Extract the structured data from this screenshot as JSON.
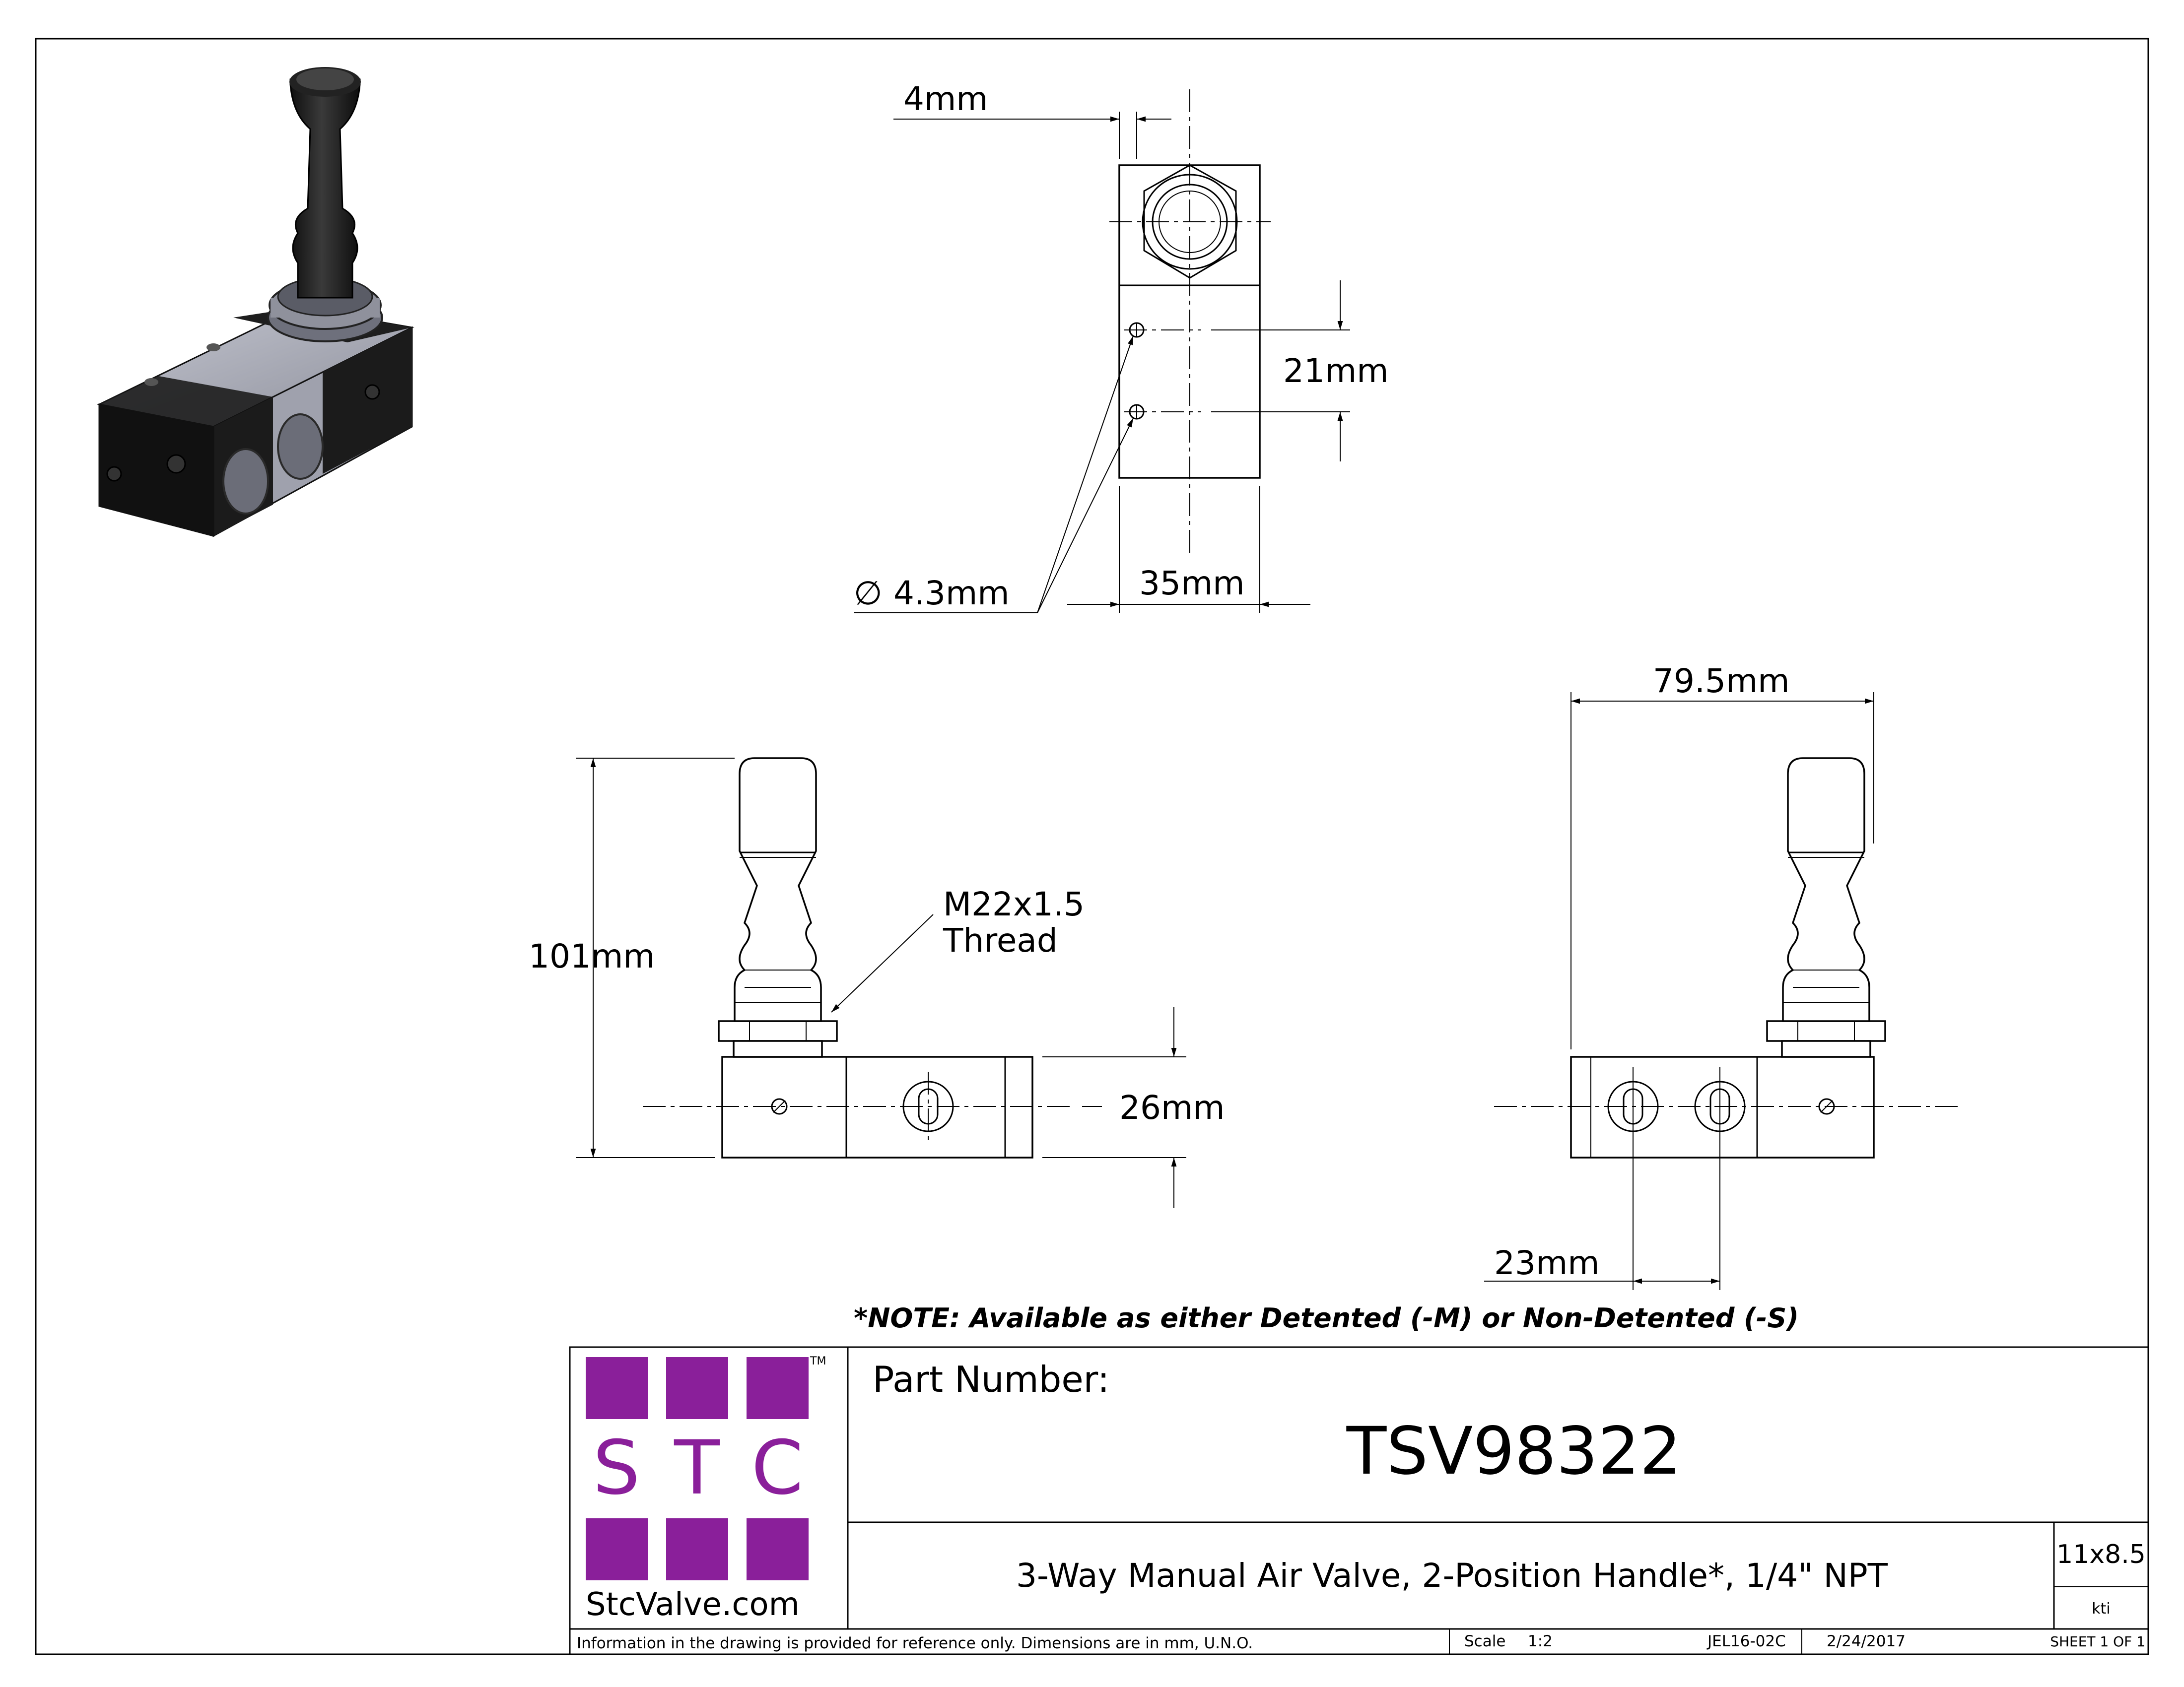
{
  "dimensions": {
    "top_width_small": "4mm",
    "hole_spacing": "21mm",
    "hole_diameter": "4.3mm",
    "diameter_symbol": "∅",
    "body_depth": "35mm",
    "overall_height": "101mm",
    "thread_line1": "M22x1.5",
    "thread_line2": "Thread",
    "body_height": "26mm",
    "overall_length": "79.5mm",
    "port_spacing": "23mm"
  },
  "note": "*NOTE: Available as either Detented (-M) or Non-Detented (-S)",
  "title_block": {
    "logo_letters": [
      "S",
      "T",
      "C"
    ],
    "logo_tm": "TM",
    "logo_website": "StcValve.com",
    "part_number_label": "Part Number:",
    "part_number": "TSV98322",
    "description": "3-Way Manual Air Valve, 2-Position Handle*, 1/4\" NPT",
    "sheet_size": "11x8.5",
    "drawn_by": "kti",
    "disclaimer": "Information in the drawing is provided for reference only. Dimensions are in mm, U.N.O.",
    "scale_label": "Scale",
    "scale_value": "1:2",
    "drawing_code": "JEL16-02C",
    "date": "2/24/2017",
    "sheet_number": "SHEET 1 OF 1"
  },
  "colors": {
    "logo_purple": "#8a1f9a",
    "body_black": "#1c1c1c",
    "body_gray": "#a6a8b4"
  }
}
